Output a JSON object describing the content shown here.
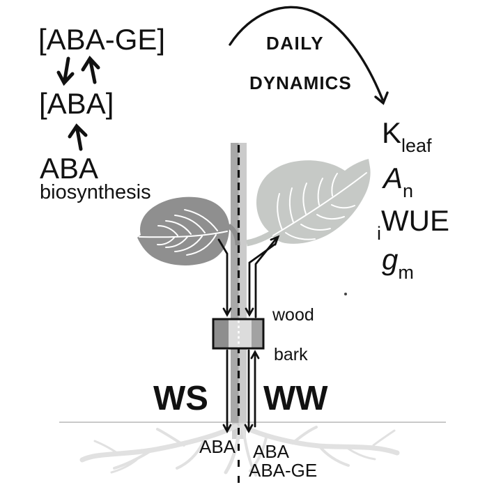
{
  "figure": {
    "top_left_pathway": {
      "aba_ge_pool": "[ABA-GE]",
      "aba_pool": "[ABA]",
      "aba_word": "ABA",
      "biosynthesis": "biosynthesis"
    },
    "daily_dynamics": {
      "line1": "DAILY",
      "line2": "DYNAMICS"
    },
    "leaf_outputs": [
      {
        "pre": "",
        "main": "K",
        "sub": "leaf"
      },
      {
        "pre": "",
        "main": "A",
        "sub": "n"
      },
      {
        "pre": "i",
        "main": "WUE",
        "sub": ""
      },
      {
        "pre": "",
        "main": "g",
        "sub": "m"
      }
    ],
    "stem_labels": {
      "wood": "wood",
      "bark": "bark"
    },
    "treatments": {
      "left": "WS",
      "right": "WW"
    },
    "root_fluxes": {
      "left": "ABA",
      "right_top": "ABA",
      "right_bottom": "ABA-GE"
    },
    "colors": {
      "background": "#ffffff",
      "ink": "#111111",
      "leaf_ws": "#8f8f8f",
      "leaf_ww": "#c6c9c6",
      "stem_ws": "#a9a9a9",
      "stem_ww": "#cbcbcb",
      "girdle_left": "#8e8e8e",
      "girdle_mid": "#dcdcdc",
      "girdle_right": "#a2a2a2",
      "girdle_dotted_line": "#ffffff",
      "vein": "#ffffff",
      "root": "#e1e1e1",
      "ground": "#c9c9c9"
    }
  }
}
